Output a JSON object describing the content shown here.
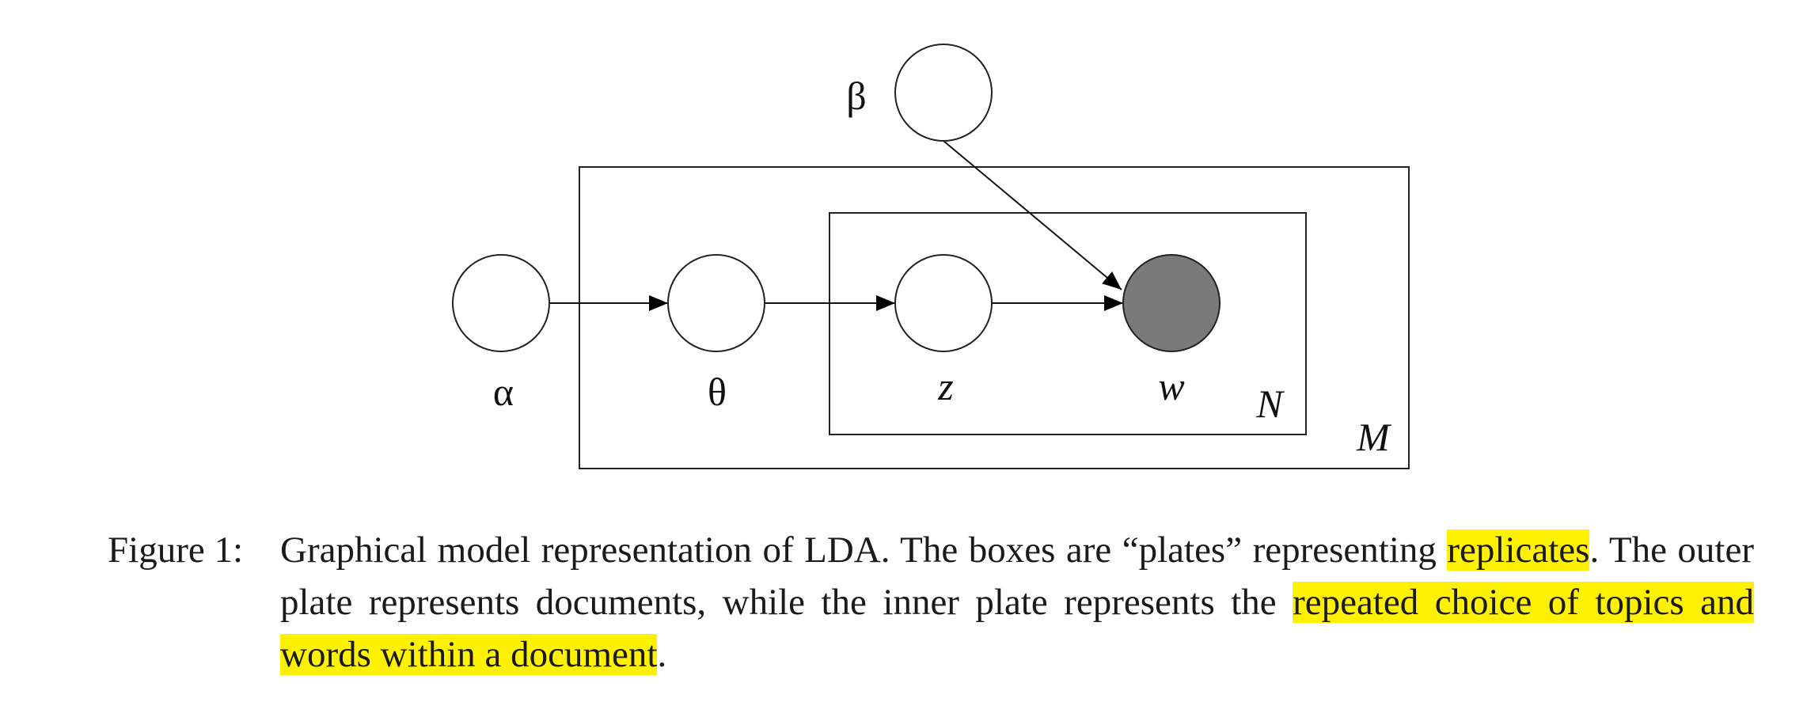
{
  "diagram": {
    "nodes": {
      "alpha": {
        "label": "α",
        "observed": false
      },
      "theta": {
        "label": "θ",
        "observed": false
      },
      "z": {
        "label": "z",
        "observed": false
      },
      "w": {
        "label": "w",
        "observed": true
      },
      "beta": {
        "label": "β",
        "observed": false
      }
    },
    "edges": [
      {
        "from": "alpha",
        "to": "theta"
      },
      {
        "from": "theta",
        "to": "z"
      },
      {
        "from": "z",
        "to": "w"
      },
      {
        "from": "beta",
        "to": "w"
      }
    ],
    "plates": {
      "outer": {
        "label": "M"
      },
      "inner": {
        "label": "N"
      }
    },
    "colors": {
      "observed_fill": "#7a7a7a",
      "highlight": "#fff200"
    }
  },
  "caption": {
    "label": "Figure 1:",
    "part1": "Graphical model representation of LDA. The boxes are “plates” representing ",
    "highlight1": "replicates",
    "part2": ". The outer plate represents documents, while the inner plate represents the ",
    "highlight2": "repeated choice of topics and words within a document",
    "part3": "."
  }
}
